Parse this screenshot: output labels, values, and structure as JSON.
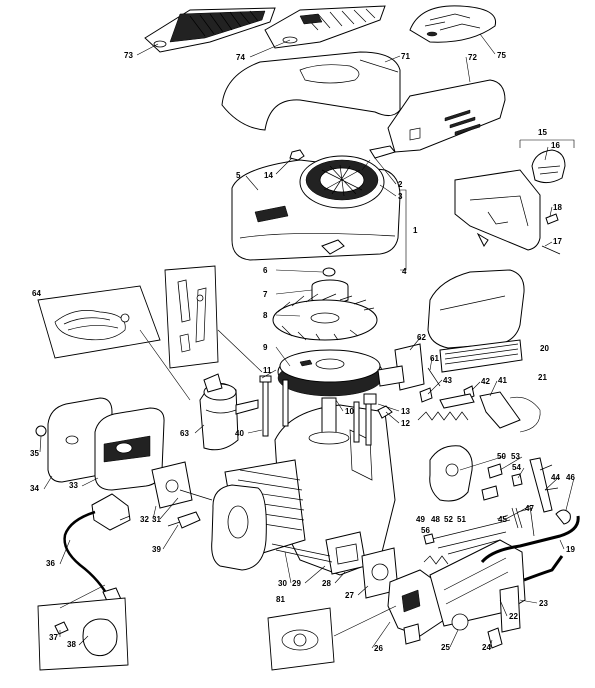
{
  "callouts": {
    "c1": "1",
    "c2": "2",
    "c3": "3",
    "c4": "4",
    "c5": "5",
    "c6": "6",
    "c7": "7",
    "c8": "8",
    "c9": "9",
    "c10": "10",
    "c11": "11",
    "c12": "12",
    "c13": "13",
    "c14": "14",
    "c15": "15",
    "c16": "16",
    "c17": "17",
    "c18": "18",
    "c19": "19",
    "c20": "20",
    "c21": "21",
    "c22": "22",
    "c23": "23",
    "c24": "24",
    "c25": "25",
    "c26": "26",
    "c27": "27",
    "c28": "28",
    "c29": "29",
    "c30": "30",
    "c31": "31",
    "c32": "32",
    "c33": "33",
    "c34": "34",
    "c35": "35",
    "c36": "36",
    "c37": "37",
    "c38": "38",
    "c39": "39",
    "c40": "40",
    "c41": "41",
    "c42": "42",
    "c43": "43",
    "c44": "44",
    "c45": "45",
    "c46": "46",
    "c47": "47",
    "c48": "48",
    "c49": "49",
    "c50": "50",
    "c51": "51",
    "c52": "52",
    "c53": "53",
    "c54": "54",
    "c56": "56",
    "c61": "61",
    "c62": "62",
    "c63": "63",
    "c64": "64",
    "c71": "71",
    "c72": "72",
    "c73": "73",
    "c74": "74",
    "c75": "75",
    "c81": "81"
  }
}
